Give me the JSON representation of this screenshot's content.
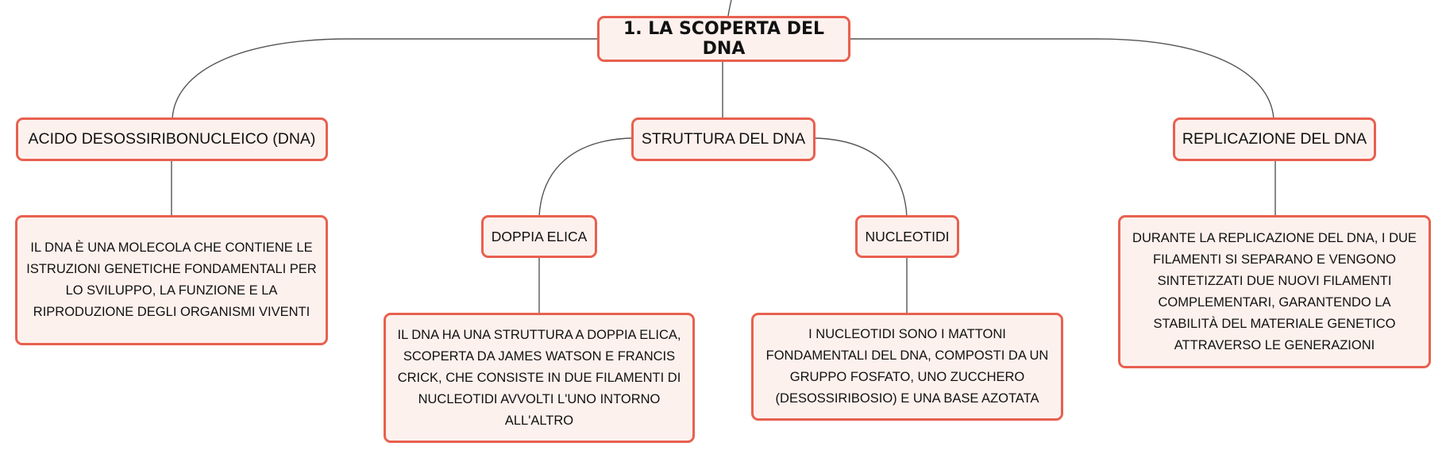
{
  "map": {
    "root": {
      "title": "1. LA SCOPERTA DEL DNA"
    },
    "branches": [
      {
        "label": "ACIDO DESOSSIRIBONUCLEICO (DNA)",
        "detail": "IL DNA È UNA MOLECOLA CHE CONTIENE LE ISTRUZIONI GENETICHE FONDAMENTALI PER LO SVILUPPO, LA FUNZIONE E LA RIPRODUZIONE DEGLI ORGANISMI VIVENTI"
      },
      {
        "label": "STRUTTURA DEL DNA",
        "children": [
          {
            "label": "DOPPIA ELICA",
            "detail": "IL DNA HA UNA STRUTTURA A DOPPIA ELICA, SCOPERTA DA JAMES WATSON E FRANCIS CRICK, CHE CONSISTE IN DUE FILAMENTI DI NUCLEOTIDI AVVOLTI L'UNO INTORNO ALL'ALTRO"
          },
          {
            "label": "NUCLEOTIDI",
            "detail": "I NUCLEOTIDI SONO I MATTONI FONDAMENTALI DEL DNA, COMPOSTI DA UN GRUPPO FOSFATO, UNO ZUCCHERO (DESOSSIRIBOSIO) E UNA BASE AZOTATA"
          }
        ]
      },
      {
        "label": "REPLICAZIONE DEL DNA",
        "detail": "DURANTE LA REPLICAZIONE DEL DNA, I DUE FILAMENTI SI SEPARANO E VENGONO SINTETIZZATI DUE NUOVI FILAMENTI COMPLEMENTARI, GARANTENDO LA STABILITÀ DEL MATERIALE GENETICO ATTRAVERSO LE GENERAZIONI"
      }
    ],
    "colors": {
      "node_border": "#e8604f",
      "node_fill": "#fdf1ed",
      "connector": "#555555"
    }
  }
}
